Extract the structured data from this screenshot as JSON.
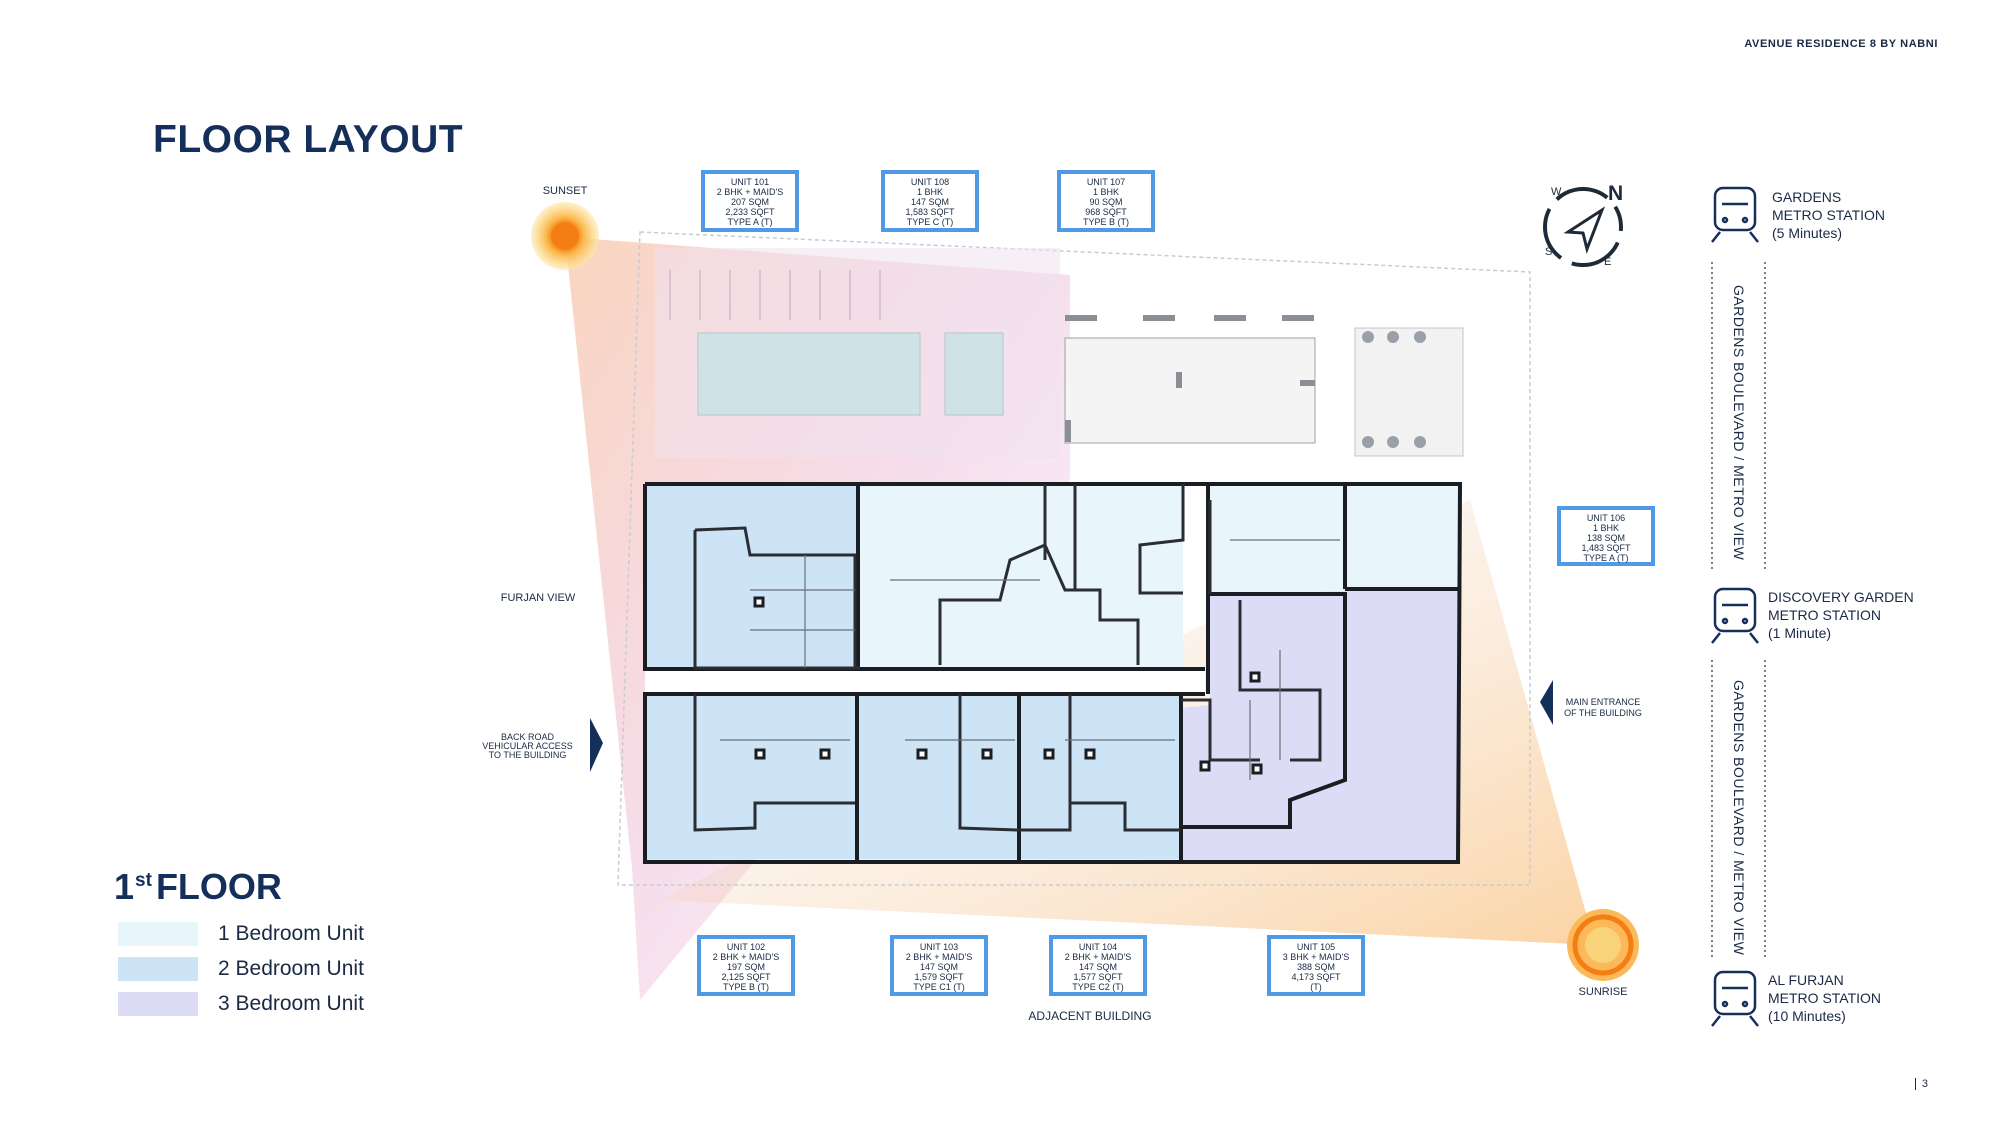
{
  "header": {
    "brand": "AVENUE RESIDENCE 8 BY NABNI",
    "title": "FLOOR LAYOUT",
    "page_number": "3"
  },
  "floor": {
    "ordinal_number": "1",
    "ordinal_suffix": "st",
    "word": "FLOOR"
  },
  "legend": [
    {
      "label": "1 Bedroom Unit",
      "color": "#e8f5fb"
    },
    {
      "label": "2 Bedroom Unit",
      "color": "#cde3f6"
    },
    {
      "label": "3 Bedroom Unit",
      "color": "#dcdcf6"
    }
  ],
  "units_top": [
    {
      "lines": [
        "UNIT 101",
        "2 BHK + MAID'S",
        "207 SQM",
        "2,233 SQFT",
        "TYPE A (T)"
      ]
    },
    {
      "lines": [
        "UNIT 108",
        "1 BHK",
        "147 SQM",
        "1,583 SQFT",
        "TYPE C (T)"
      ]
    },
    {
      "lines": [
        "UNIT 107",
        "1 BHK",
        "90 SQM",
        "968 SQFT",
        "TYPE B (T)"
      ]
    }
  ],
  "unit_right": {
    "lines": [
      "UNIT 106",
      "1 BHK",
      "138 SQM",
      "1,483 SQFT",
      "TYPE A (T)"
    ]
  },
  "units_bottom": [
    {
      "lines": [
        "UNIT 102",
        "2 BHK + MAID'S",
        "197 SQM",
        "2,125 SQFT",
        "TYPE B (T)"
      ]
    },
    {
      "lines": [
        "UNIT 103",
        "2 BHK + MAID'S",
        "147 SQM",
        "1,579 SQFT",
        "TYPE C1 (T)"
      ]
    },
    {
      "lines": [
        "UNIT 104",
        "2 BHK + MAID'S",
        "147 SQM",
        "1,577 SQFT",
        "TYPE C2 (T)"
      ]
    },
    {
      "lines": [
        "UNIT 105",
        "3 BHK + MAID'S",
        "388 SQM",
        "4,173 SQFT",
        "(T)"
      ]
    }
  ],
  "site_labels": {
    "sunset": "SUNSET",
    "sunrise": "SUNRISE",
    "furjan_view": "FURJAN VIEW",
    "back_road": [
      "BACK ROAD",
      "VEHICULAR ACCESS",
      "TO THE BUILDING"
    ],
    "main_entrance": [
      "MAIN ENTRANCE",
      "OF THE BUILDING"
    ],
    "adjacent": "ADJACENT BUILDING"
  },
  "compass": {
    "n": "N",
    "w": "W",
    "s": "S",
    "e": "E"
  },
  "metro": [
    {
      "name_lines": [
        "GARDENS",
        "METRO STATION"
      ],
      "time": "(5 Minutes)"
    },
    {
      "name_lines": [
        "DISCOVERY GARDEN",
        "METRO STATION"
      ],
      "time": "(1 Minute)"
    },
    {
      "name_lines": [
        "AL FURJAN",
        "METRO STATION"
      ],
      "time": "(10 Minutes)"
    }
  ],
  "boulevard_labels": [
    "GARDENS BOULEVARD / METRO VIEW",
    "GARDENS BOULEVARD / METRO VIEW"
  ],
  "colors": {
    "navy": "#14305a",
    "unit_border": "#4f9ae6",
    "sun": "#f7901e"
  }
}
